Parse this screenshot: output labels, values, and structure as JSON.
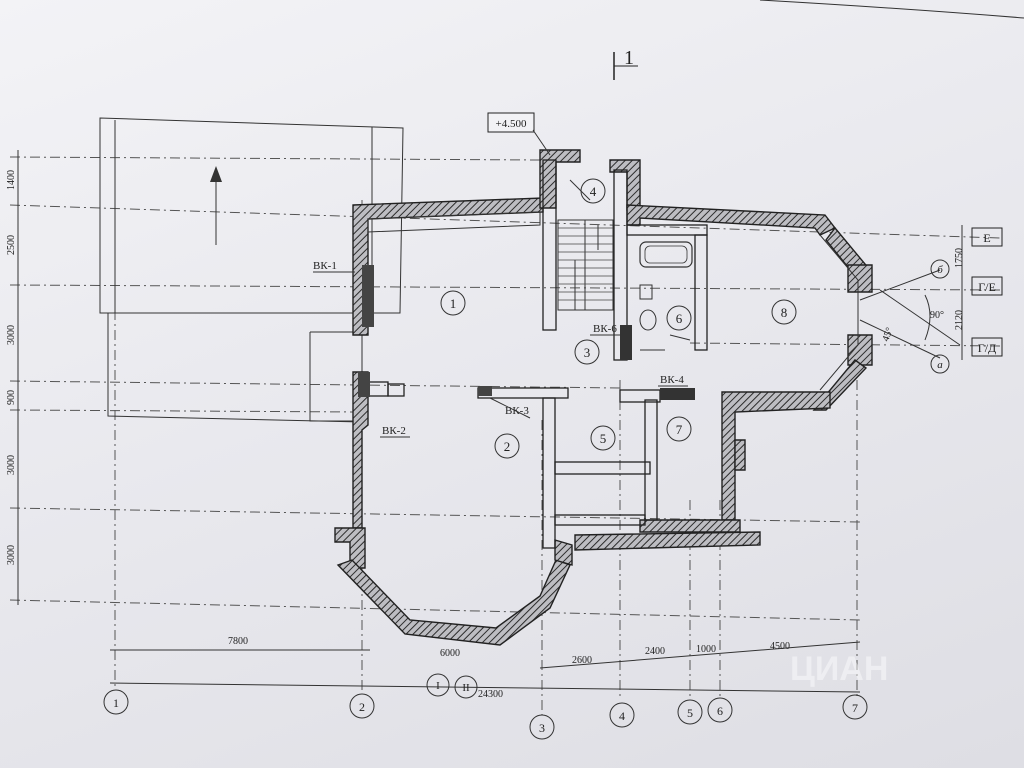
{
  "section_mark": "1",
  "elevation_mark": "+4.500",
  "rooms": [
    "1",
    "2",
    "3",
    "4",
    "5",
    "6",
    "7",
    "8"
  ],
  "vent_labels": [
    "ВК-1",
    "ВК-2",
    "ВК-3",
    "ВК-4",
    "ВК-6"
  ],
  "axes_bottom": [
    "1",
    "2",
    "3",
    "4",
    "5",
    "6",
    "7"
  ],
  "axes_right": [
    "Е",
    "Г/Е",
    "Г/Д"
  ],
  "axes_roman": [
    "I",
    "II"
  ],
  "axes_small": [
    "б",
    "а"
  ],
  "dims_bottom": [
    "7800",
    "6000",
    "2600",
    "2400",
    "1000",
    "4500"
  ],
  "dim_total": "24300",
  "dims_left": [
    "1400",
    "2500",
    "3000",
    "900",
    "3000",
    "3000"
  ],
  "dims_right": [
    "1750",
    "2120"
  ],
  "angle_labels": [
    "90°",
    "45°"
  ],
  "watermark": "ЦИАН",
  "colors": {
    "paper": "#ececf0",
    "ink": "#2a2a2a",
    "wall_fill": "#3a3a3a"
  }
}
